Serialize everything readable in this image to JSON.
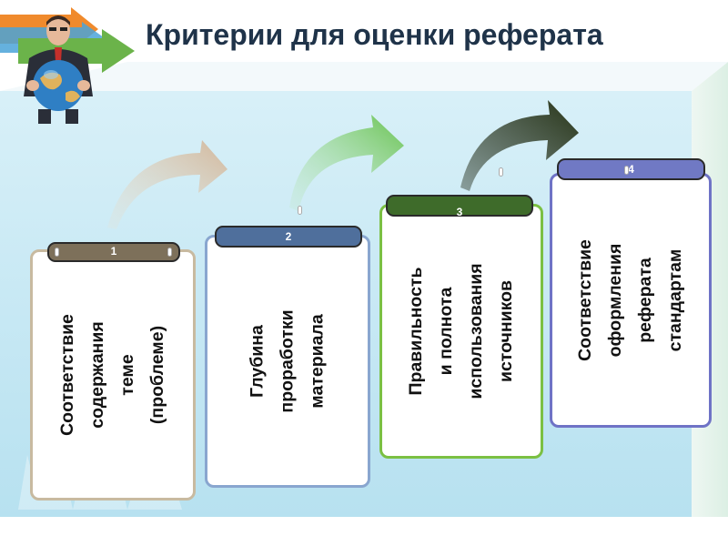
{
  "slide": {
    "title": "Критерии для оценки реферата"
  },
  "criteria": [
    {
      "number": "1",
      "lines": [
        "Соответствие",
        "содержания",
        "теме",
        "(проблеме)"
      ],
      "tab_color": "#7d705a",
      "border_color": "#c8baa0"
    },
    {
      "number": "2",
      "lines": [
        "Глубина",
        "проработки",
        "материала"
      ],
      "tab_color": "#4f6f9c",
      "border_color": "#89a6cf"
    },
    {
      "number": "3",
      "lines": [
        "Правильность",
        "и полнота",
        "использования",
        "источников"
      ],
      "tab_color": "#3e6b2a",
      "border_color": "#7bc043"
    },
    {
      "number": "4",
      "lines": [
        "Соответствие",
        "оформления",
        "реферата",
        "стандартам"
      ],
      "tab_color": "#7079c4",
      "border_color": "#6f73c6"
    }
  ],
  "colors": {
    "panel": "#c4e7f3",
    "title": "#1f3349"
  },
  "icons": [
    "arrows-icon",
    "businessman-globe-icon",
    "curved-arrow-icon"
  ]
}
